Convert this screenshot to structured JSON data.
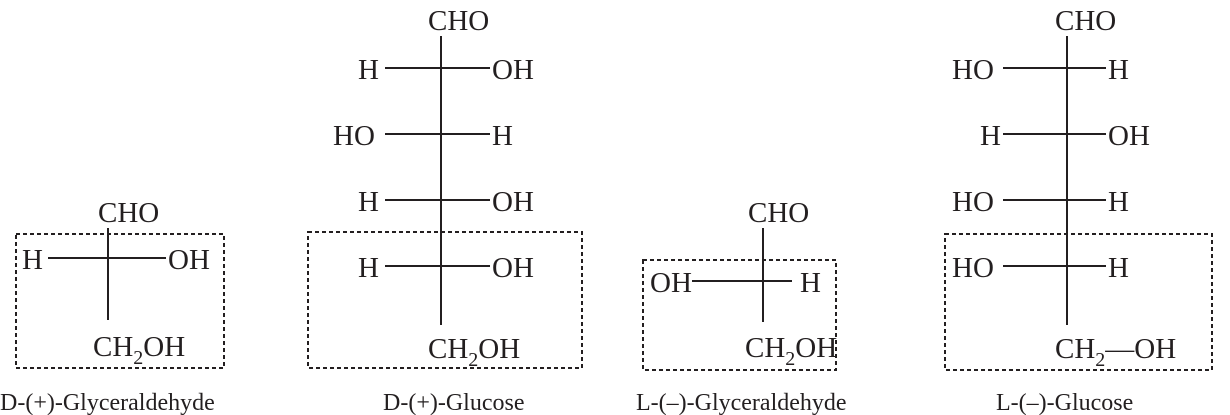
{
  "structures": [
    {
      "name": "D-(+)-Glyceraldehyde",
      "top": "CHO",
      "rows": [
        {
          "left": "H",
          "right": "OH"
        }
      ],
      "bottom": {
        "main": "CH",
        "sub": "2",
        "rest": "OH"
      }
    },
    {
      "name": "D-(+)-Glucose",
      "top": "CHO",
      "rows": [
        {
          "left": "H",
          "right": "OH"
        },
        {
          "left": "HO",
          "right": "H"
        },
        {
          "left": "H",
          "right": "OH"
        },
        {
          "left": "H",
          "right": "OH"
        }
      ],
      "bottom": {
        "main": "CH",
        "sub": "2",
        "rest": "OH"
      }
    },
    {
      "name": "L-(–)-Glyceraldehyde",
      "top": "CHO",
      "rows": [
        {
          "left": "OH",
          "right": "H"
        }
      ],
      "bottom": {
        "main": "CH",
        "sub": "2",
        "rest": "OH"
      }
    },
    {
      "name": "L-(–)-Glucose",
      "top": "CHO",
      "rows": [
        {
          "left": "HO",
          "right": "H"
        },
        {
          "left": "H",
          "right": "OH"
        },
        {
          "left": "HO",
          "right": "H"
        },
        {
          "left": "HO",
          "right": "H"
        }
      ],
      "bottom": {
        "main": "CH",
        "sub": "2",
        "rest": "—OH"
      }
    }
  ]
}
